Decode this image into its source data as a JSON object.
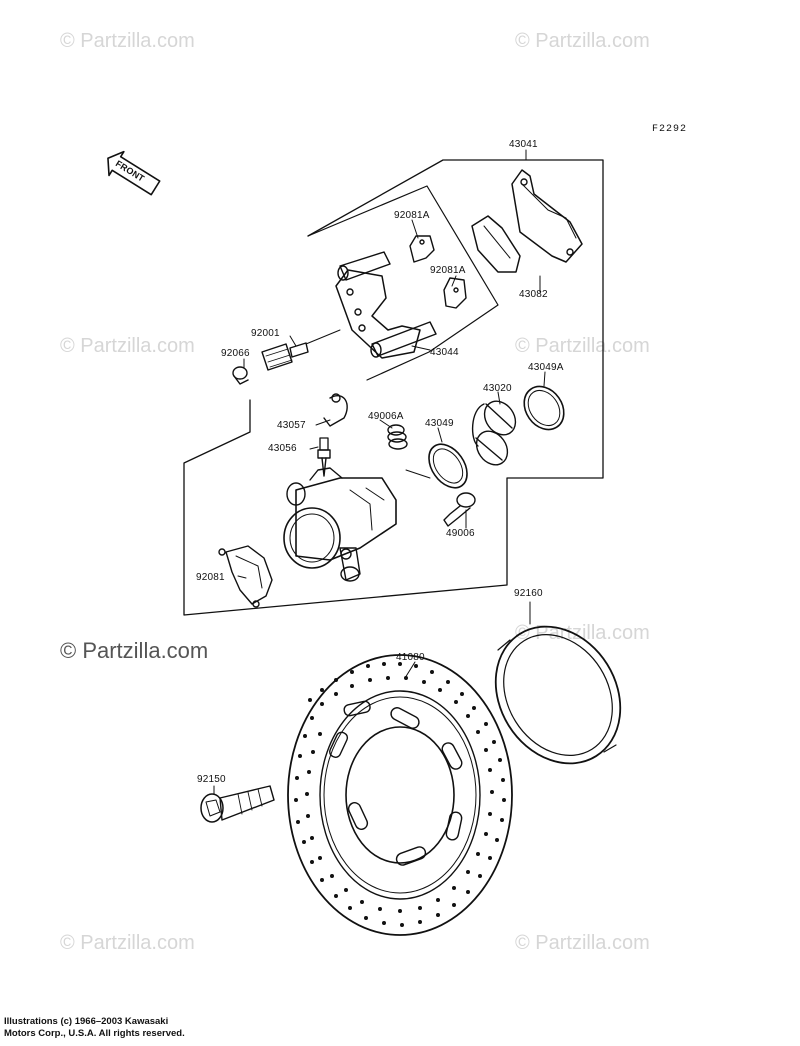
{
  "watermark": "© Partzilla.com",
  "diagram_code": "F2292",
  "front_label": "FRONT",
  "part_labels": {
    "p43041": "43041",
    "p92081A_top": "92081A",
    "p92081A_mid": "92081A",
    "p43082": "43082",
    "p92001": "92001",
    "p92066": "92066",
    "p43044": "43044",
    "p43049A": "43049A",
    "p43020": "43020",
    "p43057": "43057",
    "p49006A": "49006A",
    "p43049": "43049",
    "p43056": "43056",
    "p49006": "49006",
    "p92081": "92081",
    "p92160": "92160",
    "p41080": "41080",
    "p92150": "92150"
  },
  "footer": {
    "line1": "Illustrations (c) 1966–2003 Kawasaki",
    "line2": "Motors Corp., U.S.A.  All rights reserved."
  }
}
